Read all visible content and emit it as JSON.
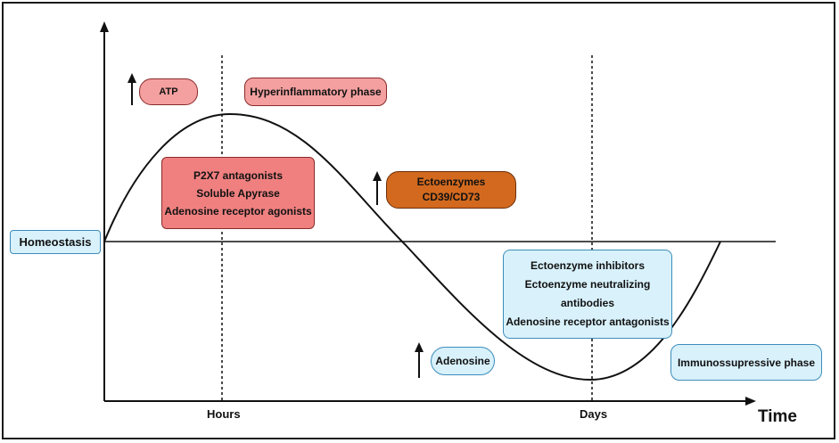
{
  "labels": {
    "homeostasis": "Homeostasis",
    "atp": "ATP",
    "hyperinflammatory_phase": "Hyperinflammatory phase",
    "ectoenzymes_line1": "Ectoenzymes",
    "ectoenzymes_line2": "CD39/CD73",
    "adenosine": "Adenosine",
    "immunosuppressive_phase": "Immunossupressive phase",
    "hours": "Hours",
    "days": "Days",
    "time": "Time"
  },
  "interventions": {
    "hyperinflammatory": [
      "P2X7 antagonists",
      "Soluble Apyrase",
      "Adenosine receptor agonists"
    ],
    "immunosuppressive": [
      "Ectoenzyme inhibitors",
      "Ectoenzyme neutralizing",
      "antibodies",
      "Adenosine receptor antagonists"
    ]
  },
  "colors": {
    "red_box": "#f4a0a0",
    "red_strong_box": "#f08080",
    "orange_box": "#d2691e",
    "blue_box": "#d8f1fb",
    "blue_border": "#3c8dbb"
  }
}
